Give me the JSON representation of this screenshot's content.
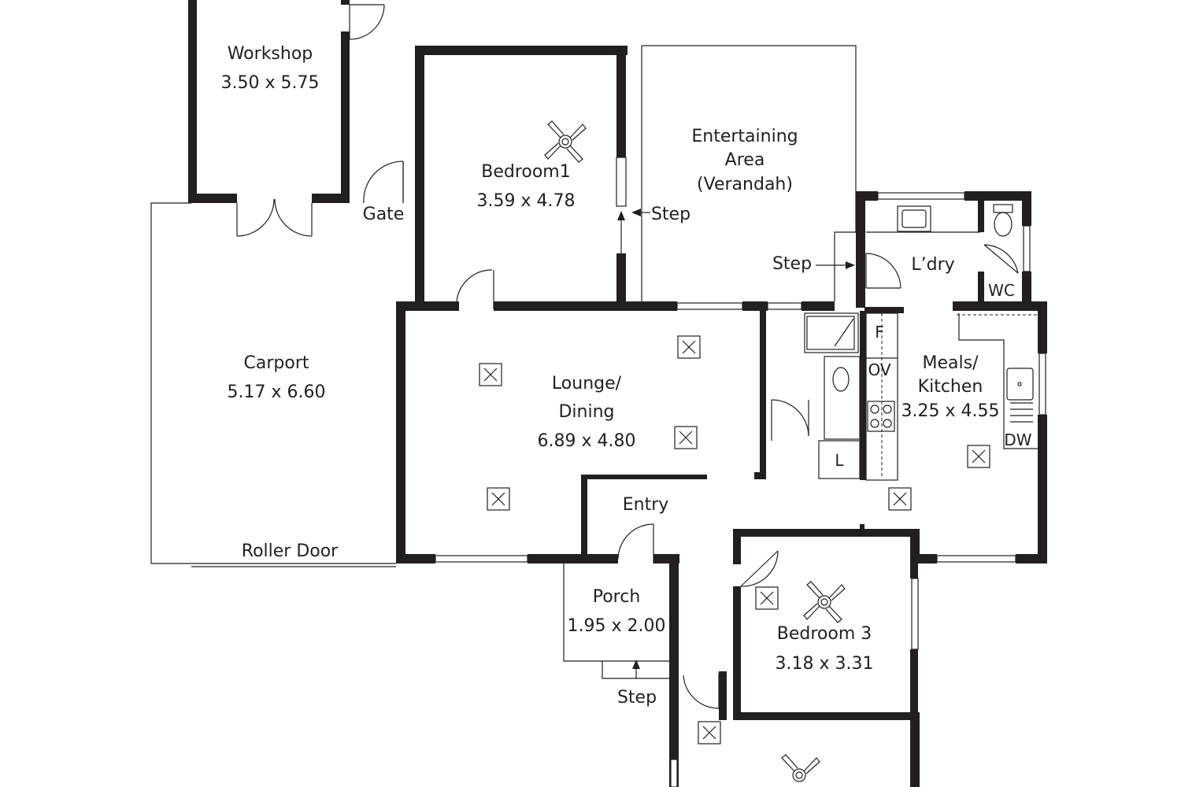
{
  "rooms": {
    "workshop": {
      "name": "Workshop",
      "size": "3.50 x 5.75"
    },
    "bedroom1": {
      "name": "Bedroom1",
      "size": "3.59 x 4.78"
    },
    "entertaining": {
      "line1": "Entertaining",
      "line2": "Area",
      "line3": "(Verandah)"
    },
    "carport": {
      "name": "Carport",
      "size": "5.17 x 6.60"
    },
    "lounge": {
      "line1": "Lounge/",
      "line2": "Dining",
      "size": "6.89 x 4.80"
    },
    "laundry": {
      "name": "L’dry"
    },
    "wc": {
      "name": "WC"
    },
    "meals": {
      "line1": "Meals/",
      "line2": "Kitchen",
      "size": "3.25 x 4.55"
    },
    "entry": {
      "name": "Entry"
    },
    "porch": {
      "name": "Porch",
      "size": "1.95 x 2.00"
    },
    "bedroom3": {
      "name": "Bedroom 3",
      "size": "3.18 x 3.31"
    }
  },
  "labels": {
    "gate": "Gate",
    "step_bedroom": "Step",
    "step_laundry": "Step",
    "step_porch": "Step",
    "roller_door": "Roller Door",
    "fridge": "F",
    "oven": "OV",
    "linen": "L",
    "dishwasher": "DW"
  }
}
